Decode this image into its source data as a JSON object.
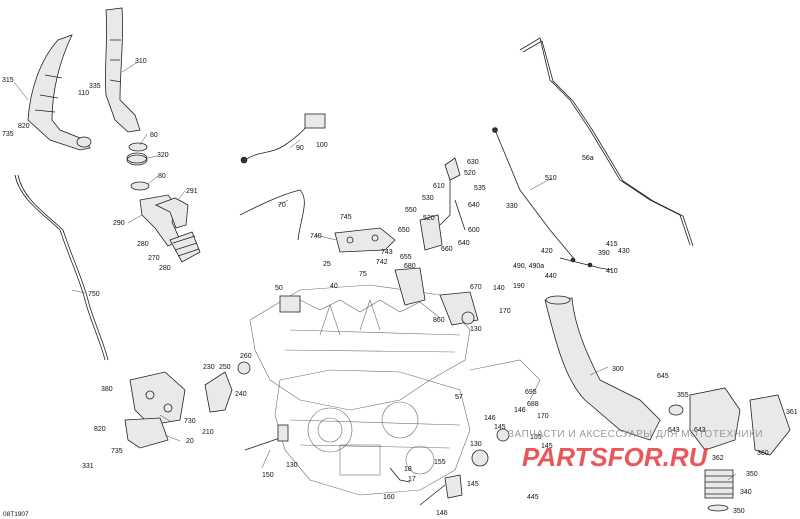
{
  "diagram_ref": "08T1907",
  "watermark": {
    "text": "ЗАПЧАСТИ И АКСЕССУАРЫ ДЛЯ МОТОТЕХНИКИ",
    "logo": "PARTSFOR.RU"
  },
  "callouts": {
    "c315": "315",
    "c110": "110",
    "c335": "335",
    "c310": "310",
    "c820a": "820",
    "c735a": "735",
    "c80a": "80",
    "c320": "320",
    "c80b": "80",
    "c291": "291",
    "c290": "290",
    "c280a": "280",
    "c270": "270",
    "c280b": "280",
    "c90": "90",
    "c100": "100",
    "c70": "70",
    "c750": "750",
    "c745": "745",
    "c740": "740",
    "c743": "743",
    "c742": "742",
    "c75": "75",
    "c25": "25",
    "c40": "40",
    "c50": "50",
    "c630": "630",
    "c520a": "520",
    "c610": "610",
    "c535": "535",
    "c530": "530",
    "c640": "640",
    "c550": "550",
    "c520b": "520",
    "c600": "600",
    "c650": "650",
    "c640b": "640",
    "c655": "655",
    "c660": "660",
    "c680": "680",
    "c330": "330",
    "c510": "510",
    "c56a": "56a",
    "c420": "420",
    "c415": "415",
    "c390": "390",
    "c430": "430",
    "c490": "490, 490a",
    "c440": "440",
    "c410": "410",
    "c670": "670",
    "c140": "140",
    "c190": "190",
    "c860": "860",
    "c130a": "130",
    "c170a": "170",
    "c380": "380",
    "c230": "230",
    "c250": "250",
    "c260": "260",
    "c240": "240",
    "c730": "730",
    "c210": "210",
    "c820b": "820",
    "c735b": "735",
    "c20": "20",
    "c331": "331",
    "c150": "150",
    "c130b": "130",
    "c300": "300",
    "c645": "645",
    "c355": "355",
    "c361": "361",
    "c643a": "643",
    "c643b": "643",
    "c695": "695",
    "c688": "688",
    "c57": "57",
    "c146a": "146",
    "c146b": "146",
    "c170b": "170",
    "c145a": "145",
    "c165": "165",
    "c145b": "145",
    "c130c": "130",
    "c155": "155",
    "c18": "18",
    "c17": "17",
    "c160": "160",
    "c146c": "146",
    "c145c": "145",
    "c445": "445",
    "c360": "360",
    "c362": "362",
    "c350a": "350",
    "c340": "340",
    "c350b": "350"
  }
}
